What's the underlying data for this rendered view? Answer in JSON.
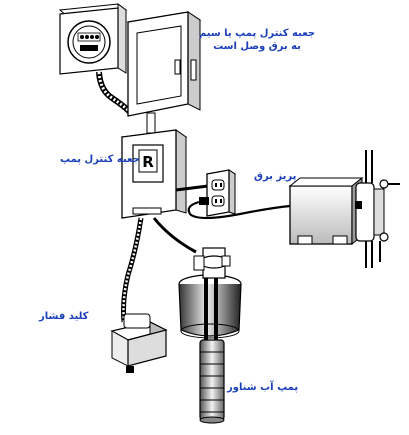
{
  "diagram": {
    "labels": {
      "main_panel_line1": "جعبه کنترل پمپ یا سیم",
      "main_panel_line2": "به برق وصل است",
      "control_box": "جعبه کنترل پمپ",
      "outlet": "پریز برق",
      "pressure_switch": "کلید فشار",
      "submersible_pump": "پمپ آب شناور"
    },
    "colors": {
      "label_text": "#1a3fb8",
      "line_art": "#000000",
      "background": "#ffffff"
    },
    "icons": {
      "meter": "electric-meter-icon",
      "breaker_panel": "breaker-panel-icon",
      "control_box": "pump-control-box-icon",
      "outlet": "wall-outlet-icon",
      "pressure_switch": "pressure-switch-icon",
      "tank": "pressure-tank-icon",
      "pump": "submersible-pump-icon",
      "motor": "motor-icon"
    }
  }
}
